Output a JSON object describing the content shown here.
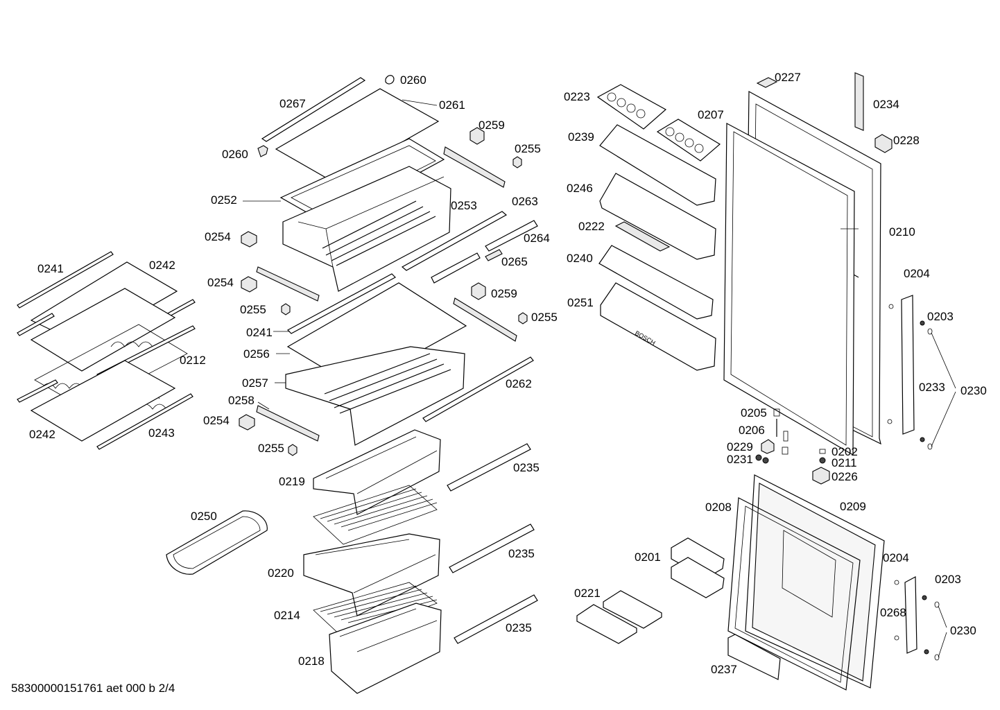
{
  "footer": {
    "drawing_id": "58300000151761 aet 000 b 2/4"
  },
  "labels": {
    "l0260a": "0260",
    "l0267": "0267",
    "l0261": "0261",
    "l0259a": "0259",
    "l0260b": "0260",
    "l0255a": "0255",
    "l0252": "0252",
    "l0253": "0253",
    "l0263": "0263",
    "l0254a": "0254",
    "l0264": "0264",
    "l0265": "0265",
    "l0241a": "0241",
    "l0242a": "0242",
    "l0254b": "0254",
    "l0259b": "0259",
    "l0255b": "0255",
    "l0255c": "0255",
    "l0241b": "0241",
    "l0256": "0256",
    "l0212": "0212",
    "l0257": "0257",
    "l0262": "0262",
    "l0258": "0258",
    "l0254c": "0254",
    "l0242b": "0242",
    "l0243": "0243",
    "l0255d": "0255",
    "l0235a": "0235",
    "l0219": "0219",
    "l0250": "0250",
    "l0235b": "0235",
    "l0220": "0220",
    "l0214": "0214",
    "l0235c": "0235",
    "l0218": "0218",
    "l0223": "0223",
    "l0227": "0227",
    "l0234": "0234",
    "l0207": "0207",
    "l0239": "0239",
    "l0228": "0228",
    "l0246": "0246",
    "l0210": "0210",
    "l0222": "0222",
    "l0240": "0240",
    "l0204a": "0204",
    "l0251": "0251",
    "l0203a": "0203",
    "l0233": "0233",
    "l0230a": "0230",
    "l0205": "0205",
    "l0206": "0206",
    "l0229": "0229",
    "l0202": "0202",
    "l0231": "0231",
    "l0211": "0211",
    "l0226": "0226",
    "l0208": "0208",
    "l0209": "0209",
    "l0201": "0201",
    "l0204b": "0204",
    "l0203b": "0203",
    "l0221": "0221",
    "l0268": "0268",
    "l0230b": "0230",
    "l0237": "0237"
  }
}
